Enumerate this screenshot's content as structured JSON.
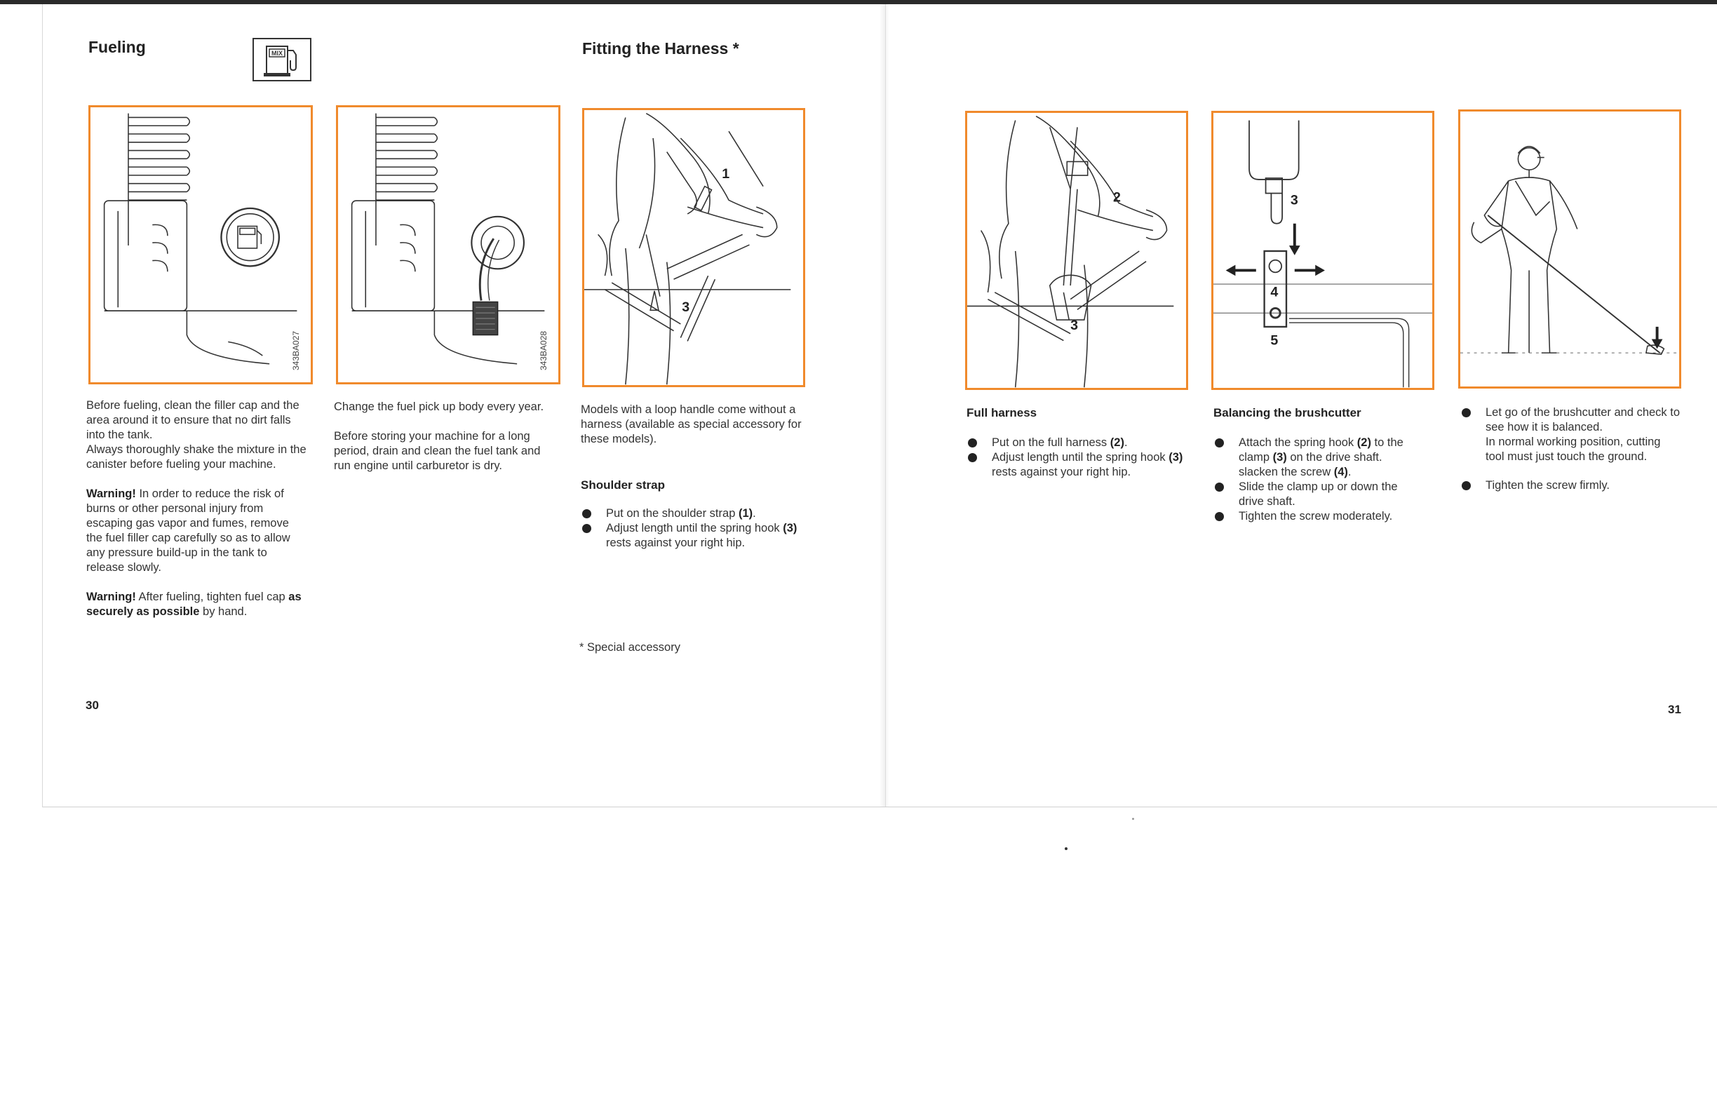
{
  "left_page": {
    "heading_fueling": "Fueling",
    "heading_harness": "Fitting the Harness *",
    "fig1": {
      "code": "343BA027",
      "icon_text": "MIX"
    },
    "fig2": {
      "code": "343BA028"
    },
    "fig3": {
      "callout_1": "1",
      "callout_3": "3"
    },
    "col1": {
      "p1": "Before fueling, clean the filler cap and the area around it to ensure that no dirt falls into the tank.",
      "p2": "Always thoroughly shake the mixture in the canister before fueling your machine.",
      "w1_label": "Warning!",
      "w1_text": " In order to reduce the risk of burns or other personal injury from escaping gas vapor and fumes, remove the fuel filler cap carefully so as to allow any pressure build-up in the tank to release slowly.",
      "w2_label": "Warning!",
      "w2_text_a": " After fueling, tighten fuel cap ",
      "w2_bold": "as securely as possible",
      "w2_text_b": " by hand."
    },
    "col2": {
      "p1": "Change the fuel pick up body every year.",
      "p2": "Before storing your machine for a long period, drain and clean the fuel tank and run engine until carburetor is dry."
    },
    "col3": {
      "p1": "Models with a loop handle come without a harness (available as special accessory for these models).",
      "sub": "Shoulder strap",
      "b1_a": "Put on the shoulder strap ",
      "b1_b": "(1)",
      "b1_c": ".",
      "b2_a": "Adjust length until the spring hook ",
      "b2_b": "(3)",
      "b2_c": " rests against your right hip."
    },
    "footnote": "* Special accessory",
    "page_number": "30"
  },
  "right_page": {
    "fig4": {
      "callout_2": "2",
      "callout_3": "3"
    },
    "fig5": {
      "callout_3": "3",
      "callout_4": "4",
      "callout_5": "5"
    },
    "col1": {
      "sub": "Full harness",
      "b1_a": "Put on the full harness ",
      "b1_b": "(2)",
      "b1_c": ".",
      "b2_a": "Adjust length until the spring hook ",
      "b2_b": "(3)",
      "b2_c": " rests against your right hip."
    },
    "col2": {
      "sub": "Balancing the brushcutter",
      "b1_a": "Attach the spring hook ",
      "b1_b": "(2)",
      "b1_c": " to the clamp ",
      "b1_d": "(3)",
      "b1_e": " on the drive shaft. slacken the screw ",
      "b1_f": "(4)",
      "b1_g": ".",
      "b2": "Slide the clamp up or down the drive shaft.",
      "b3": "Tighten the screw moderately."
    },
    "col3": {
      "b1_a": "Let go of the brushcutter and check to see how it is balanced.",
      "b1_b": "In normal working position, cutting tool must just touch the ground.",
      "b2": "Tighten the screw firmly."
    },
    "page_number": "31"
  },
  "colors": {
    "figure_border": "#f08a2c",
    "text": "#333333"
  }
}
